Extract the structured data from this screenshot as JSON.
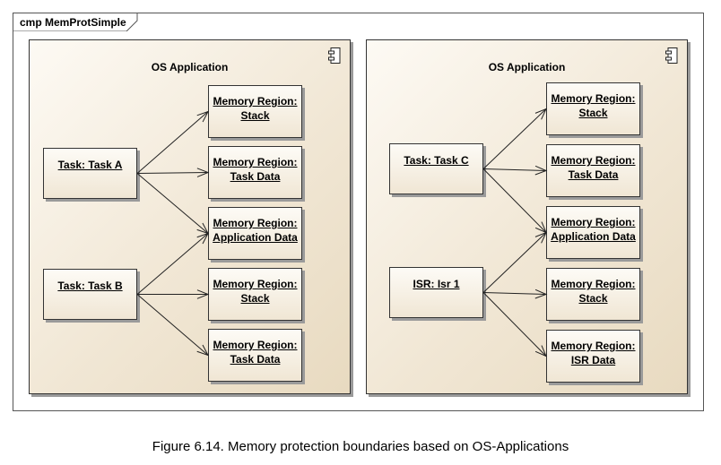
{
  "frame": {
    "label": "cmp MemProtSimple"
  },
  "packages": [
    {
      "title": "OS Application",
      "tasks": [
        {
          "label": "Task: Task A"
        },
        {
          "label": "Task: Task B"
        }
      ],
      "regions": [
        {
          "line1": "Memory Region:",
          "line2": "Stack"
        },
        {
          "line1": "Memory Region:",
          "line2": "Task Data"
        },
        {
          "line1": "Memory Region:",
          "line2": "Application Data"
        },
        {
          "line1": "Memory Region:",
          "line2": "Stack"
        },
        {
          "line1": "Memory Region:",
          "line2": "Task Data"
        }
      ]
    },
    {
      "title": "OS Application",
      "tasks": [
        {
          "label": "Task: Task C"
        },
        {
          "label": "ISR: Isr 1"
        }
      ],
      "regions": [
        {
          "line1": "Memory Region:",
          "line2": "Stack"
        },
        {
          "line1": "Memory Region:",
          "line2": "Task Data"
        },
        {
          "line1": "Memory Region:",
          "line2": "Application Data"
        },
        {
          "line1": "Memory Region:",
          "line2": "Stack"
        },
        {
          "line1": "Memory Region:",
          "line2": "ISR Data"
        }
      ]
    }
  ],
  "connections": [
    {
      "pkg": 0,
      "from": 0,
      "to": 0
    },
    {
      "pkg": 0,
      "from": 0,
      "to": 1
    },
    {
      "pkg": 0,
      "from": 0,
      "to": 2
    },
    {
      "pkg": 0,
      "from": 1,
      "to": 2
    },
    {
      "pkg": 0,
      "from": 1,
      "to": 3
    },
    {
      "pkg": 0,
      "from": 1,
      "to": 4
    },
    {
      "pkg": 1,
      "from": 0,
      "to": 0
    },
    {
      "pkg": 1,
      "from": 0,
      "to": 1
    },
    {
      "pkg": 1,
      "from": 0,
      "to": 2
    },
    {
      "pkg": 1,
      "from": 1,
      "to": 2
    },
    {
      "pkg": 1,
      "from": 1,
      "to": 3
    },
    {
      "pkg": 1,
      "from": 1,
      "to": 4
    }
  ],
  "caption": "Figure 6.14. Memory protection boundaries based on OS-Applications"
}
